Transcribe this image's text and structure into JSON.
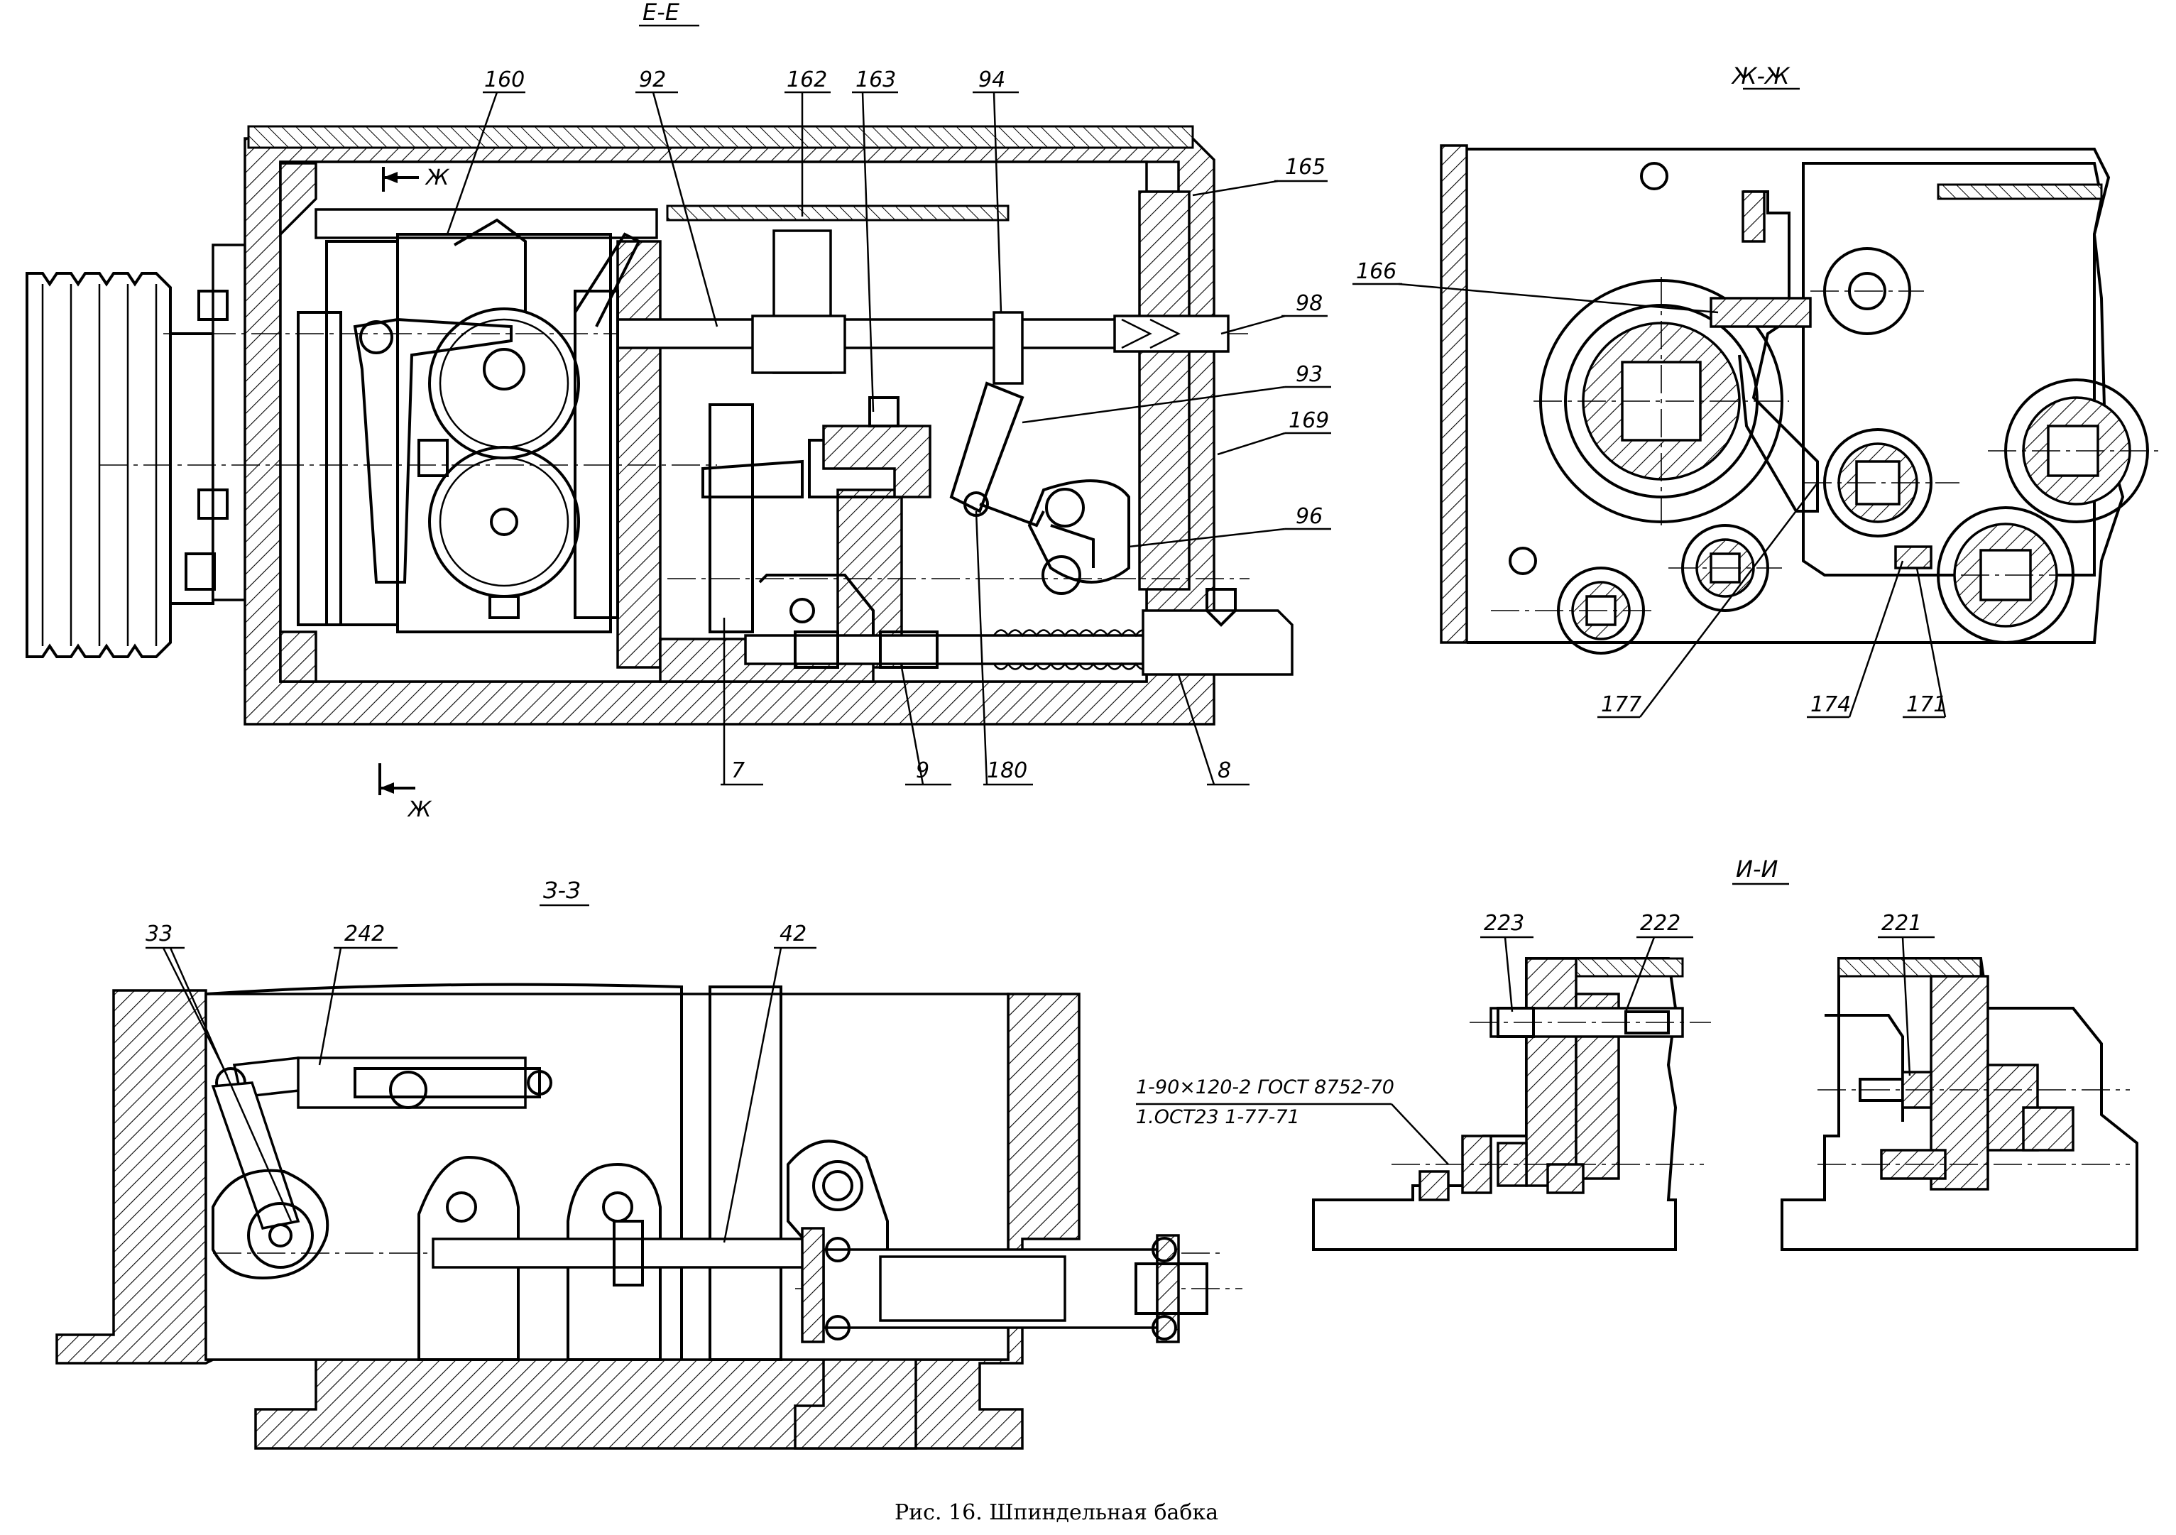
{
  "sections": {
    "ee": "Е-Е",
    "zhzh": "Ж-Ж",
    "zz": "З-З",
    "ii": "И-И"
  },
  "section_mark": "Ж",
  "labels": {
    "l160": "160",
    "l92": "92",
    "l162": "162",
    "l163": "163",
    "l94": "94",
    "l165": "165",
    "l98": "98",
    "l93": "93",
    "l169": "169",
    "l96": "96",
    "l7": "7",
    "l9": "9",
    "l180": "180",
    "l8": "8",
    "l166": "166",
    "l177": "177",
    "l174": "174",
    "l171": "171",
    "l33": "33",
    "l242": "242",
    "l42": "42",
    "l223": "223",
    "l222": "222",
    "l221": "221"
  },
  "standards": {
    "line1": "1-90×120-2 ГОСТ 8752-70",
    "line2": "1.ОСТ23  1-77-71"
  },
  "caption": "Рис. 16. Шпиндельная бабка"
}
